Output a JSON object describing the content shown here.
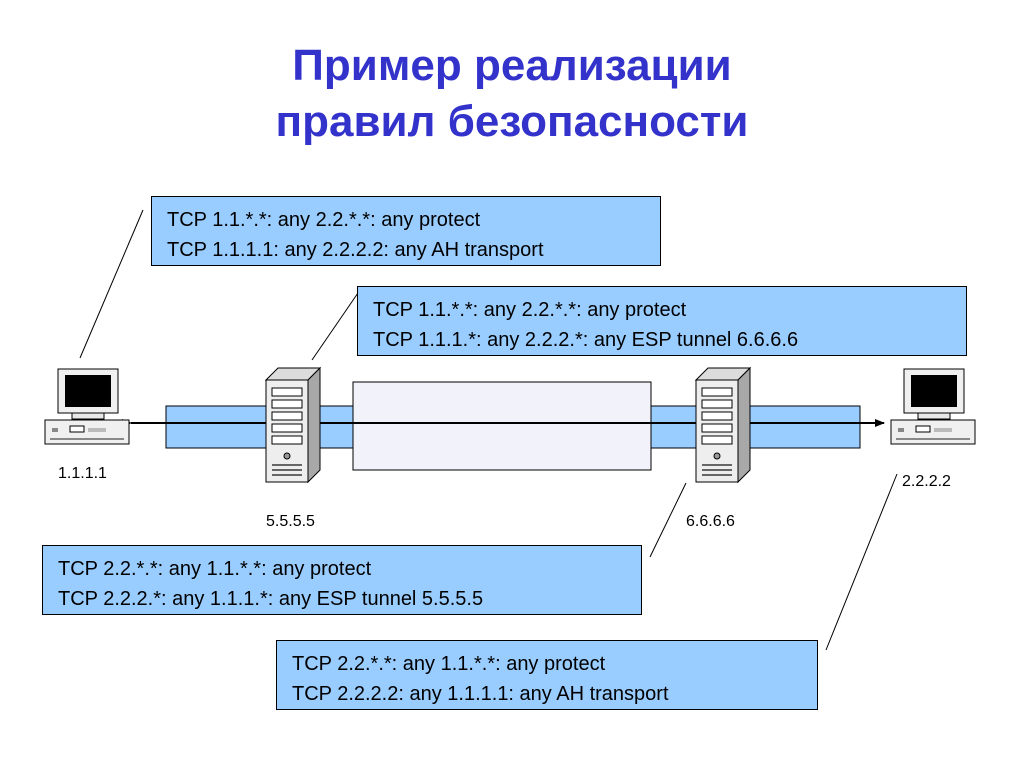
{
  "title": {
    "line1": "Пример реализации",
    "line2": "правил безопасности"
  },
  "policies": {
    "host_a": [
      "TCP 1.1.*.*: any 2.2.*.*: any protect",
      "TCP 1.1.1.1: any 2.2.2.2: any AH transport"
    ],
    "gateway_a_out": [
      "TCP 1.1.*.*: any 2.2.*.*: any protect",
      "TCP 1.1.1.*: any 2.2.2.*: any ESP tunnel 6.6.6.6"
    ],
    "gateway_b_out": [
      "TCP 2.2.*.*: any 1.1.*.*: any protect",
      "TCP 2.2.2.*: any 1.1.1.*: any ESP tunnel 5.5.5.5"
    ],
    "host_b": [
      "TCP 2.2.*.*: any 1.1.*.*: any protect",
      "TCP 2.2.2.2: any 1.1.1.1: any AH transport"
    ]
  },
  "addresses": {
    "host_a": "1.1.1.1",
    "gateway_a": "5.5.5.5",
    "gateway_b": "6.6.6.6",
    "host_b": "2.2.2.2"
  },
  "icons": [
    "computer-icon",
    "server-icon",
    "server-icon",
    "computer-icon"
  ],
  "colors": {
    "title": "#3333cc",
    "policy_box": "#99ccff",
    "link_band": "#99ccff",
    "tunnel_box": "#f2f2fa"
  }
}
